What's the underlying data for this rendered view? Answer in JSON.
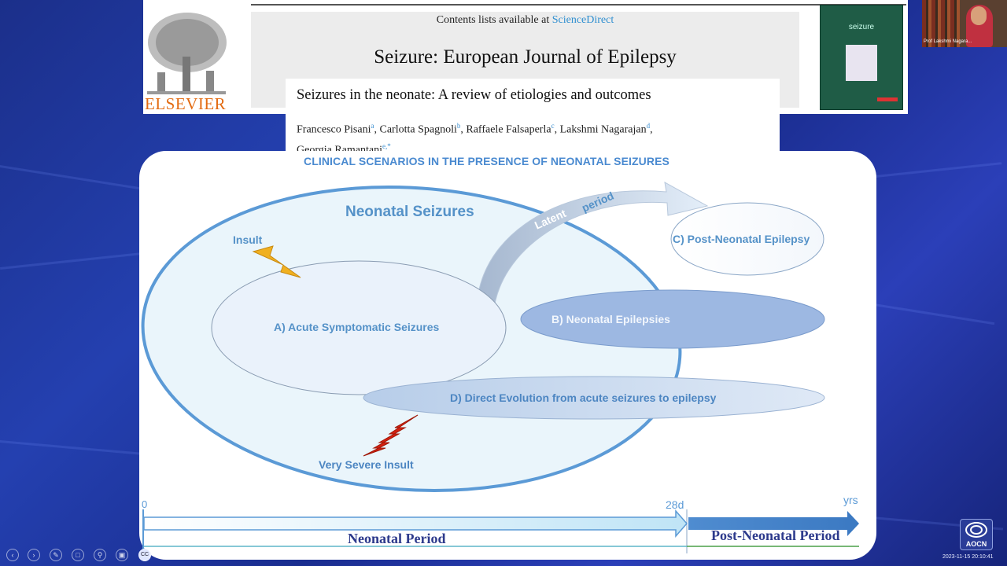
{
  "banner": {
    "publisher": "ELSEVIER",
    "contents_prefix": "Contents lists available at ",
    "contents_link": "ScienceDirect",
    "journal_title": "Seizure: European Journal of Epilepsy",
    "cover_title": "seizure"
  },
  "article": {
    "title": "Seizures in the neonate: A review of etiologies and outcomes",
    "authors": [
      {
        "name": "Francesco Pisani",
        "sup": "a"
      },
      {
        "name": "Carlotta Spagnoli",
        "sup": "b"
      },
      {
        "name": "Raffaele Falsaperla",
        "sup": "c"
      },
      {
        "name": "Lakshmi Nagarajan",
        "sup": "d"
      },
      {
        "name": "Georgia Ramantani",
        "sup": "e,*"
      }
    ]
  },
  "webcam": {
    "name": "Prof Lakshmi Nagara..."
  },
  "slide": {
    "heading": "CLINICAL SCENARIOS IN THE PRESENCE OF NEONATAL SEIZURES",
    "labels": {
      "neonatal_seizures": "Neonatal Seizures",
      "insult": "Insult",
      "latent": "Latent",
      "period": "period",
      "post_neonatal_epilepsy": "C) Post-Neonatal Epilepsy",
      "acute_symptomatic": "A) Acute Symptomatic Seizures",
      "neonatal_epilepsies": "B) Neonatal Epilepsies",
      "direct_evolution": "D) Direct Evolution from acute seizures to epilepsy",
      "very_severe_insult": "Very Severe Insult"
    },
    "timeline": {
      "start": "0",
      "mid": "28d",
      "end": "yrs",
      "neonatal_period": "Neonatal Period",
      "post_neonatal_period": "Post-Neonatal Period"
    },
    "colors": {
      "outline": "#5b9ad6",
      "label": "#5592c8",
      "epilepsies_fill": "#9db8e2",
      "insult": "#f0b020",
      "severe_insult": "#d42010"
    }
  },
  "player": {
    "icons": [
      "prev-icon",
      "next-icon",
      "pen-icon",
      "copy-icon",
      "zoom-icon",
      "screen-icon"
    ],
    "badge": "CC"
  },
  "logo": {
    "text": "AOCN"
  },
  "timestamp": "2023-11-15 20:10:41"
}
